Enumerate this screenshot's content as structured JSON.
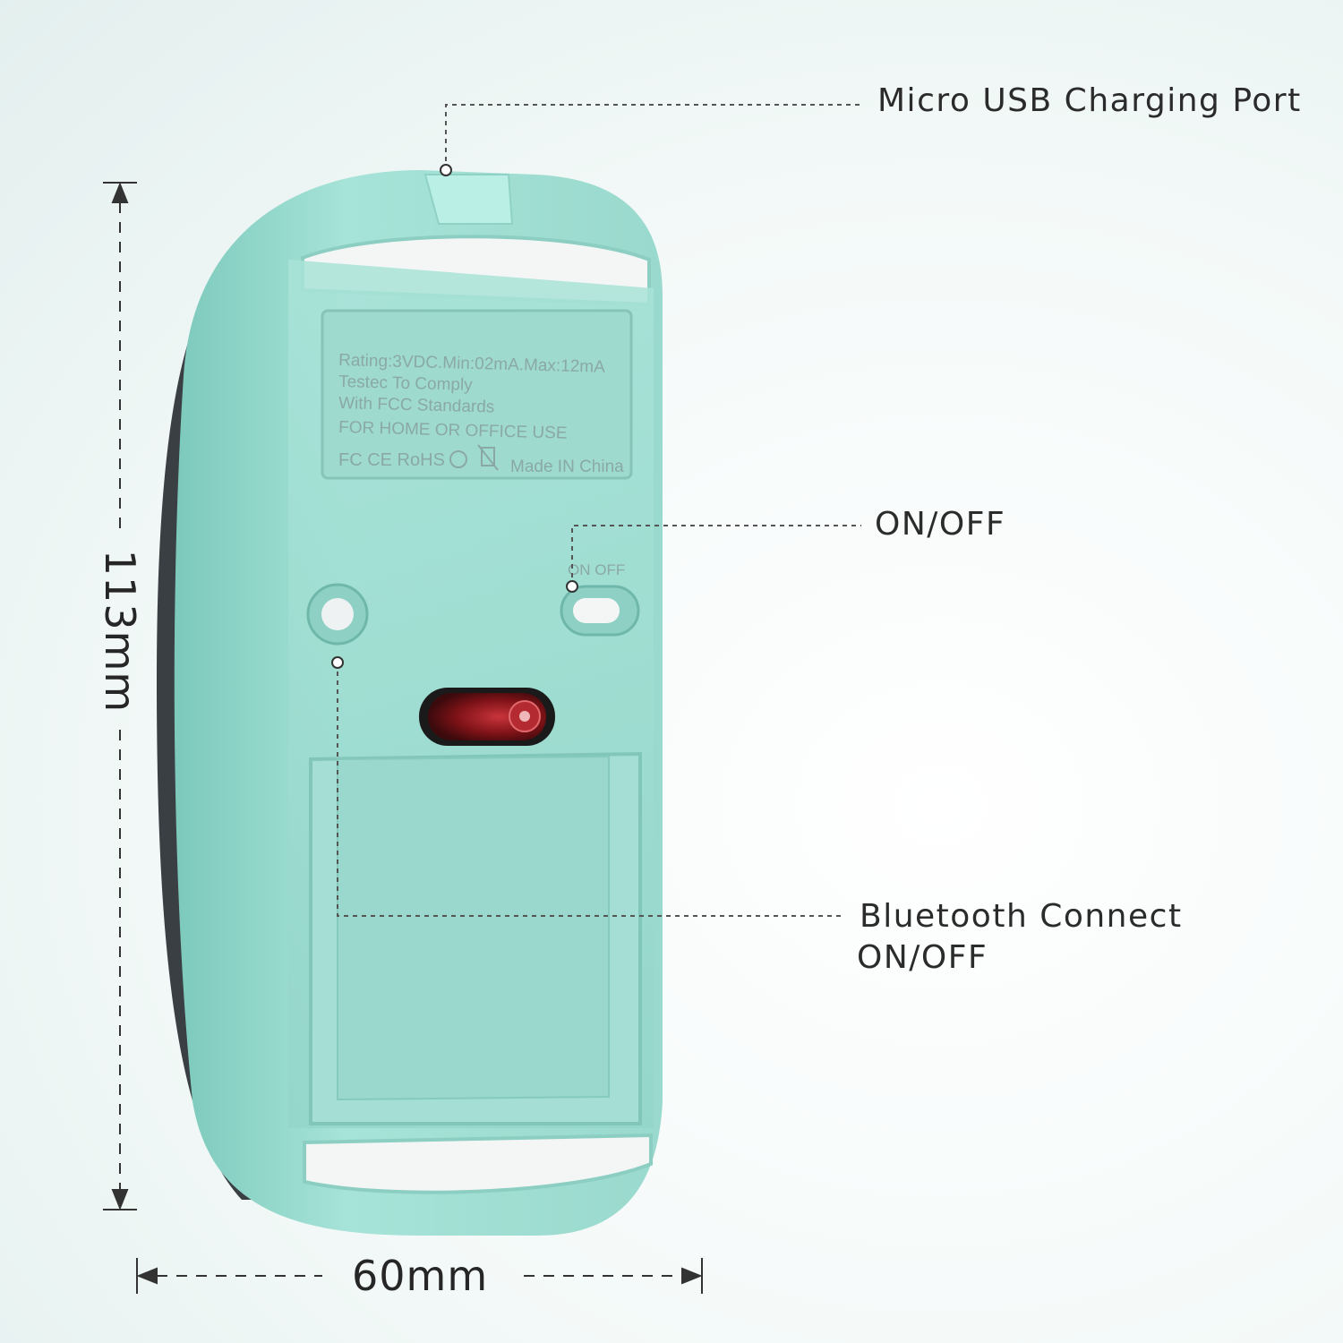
{
  "callouts": {
    "usb": "Micro USB Charging Port",
    "power": "ON/OFF",
    "bluetooth_line1": "Bluetooth  Connect",
    "bluetooth_line2": "ON/OFF"
  },
  "dimensions": {
    "height": "113mm",
    "width": "60mm"
  },
  "label_plate": {
    "line1": "Rating:3VDC.Min:02mA.Max:12mA",
    "line2": "Testec To Comply",
    "line3": "With FCC Standards",
    "line4": "FOR HOME OR OFFICE USE",
    "marks": "FC CE RoHS",
    "origin": "Made IN China"
  },
  "switch_label": "ON OFF",
  "colors": {
    "body": "#9fded2",
    "body_shadow": "#6fbfb2",
    "skate": "#f4f6f6",
    "sensor": "#8a1f24",
    "text": "#2b2b2b"
  }
}
